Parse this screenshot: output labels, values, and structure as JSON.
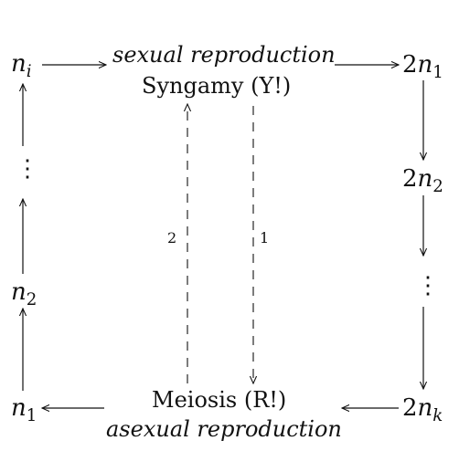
{
  "nodes": {
    "top_left": {
      "base": "n",
      "sub": "i",
      "prefix": ""
    },
    "left_2": {
      "base": "n",
      "sub": "2",
      "prefix": ""
    },
    "bottom_left": {
      "base": "n",
      "sub": "1",
      "prefix": ""
    },
    "top_right": {
      "base": "n",
      "sub": "1",
      "prefix": "2"
    },
    "right_2": {
      "base": "n",
      "sub": "2",
      "prefix": "2"
    },
    "bottom_right": {
      "base": "n",
      "sub": "k",
      "prefix": "2"
    }
  },
  "ellipsis": "⋮",
  "syngamy": {
    "caption": "sexual reproduction",
    "label": "Syngamy (Y!)"
  },
  "meiosis": {
    "label": "Meiosis (R!)",
    "caption": "asexual reproduction"
  },
  "paths": {
    "up_label": "2",
    "down_label": "1"
  }
}
